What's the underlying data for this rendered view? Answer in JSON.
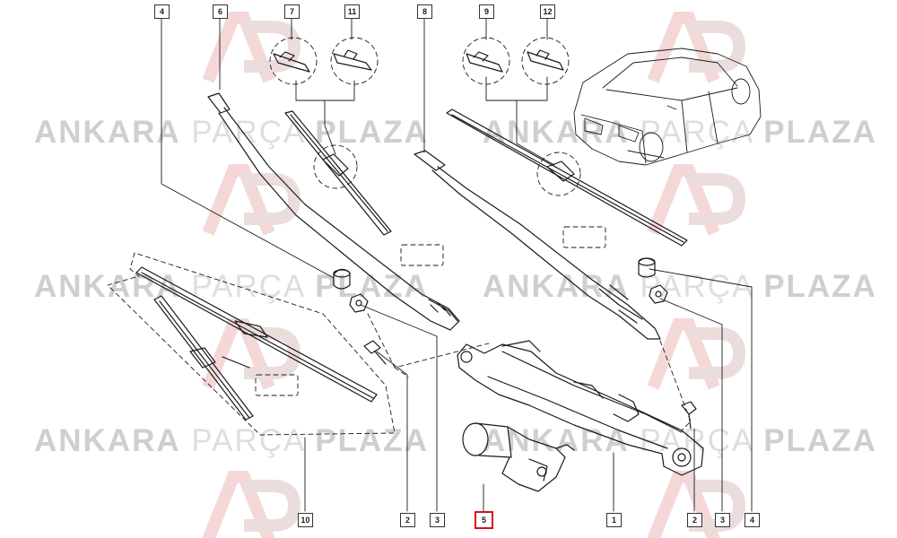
{
  "watermark": {
    "word1": "ANKARA",
    "word2": "PARÇA",
    "word3": "PLAZA",
    "logo_letters": "AP"
  },
  "callouts": {
    "c4a": "4",
    "c6": "6",
    "c7": "7",
    "c11": "11",
    "c8": "8",
    "c9": "9",
    "c12": "12",
    "c10": "10",
    "c2a": "2",
    "c3a": "3",
    "c5": "5",
    "c1": "1",
    "c2b": "2",
    "c3b": "3",
    "c4b": "4"
  },
  "highlight_color": "#d0101a"
}
